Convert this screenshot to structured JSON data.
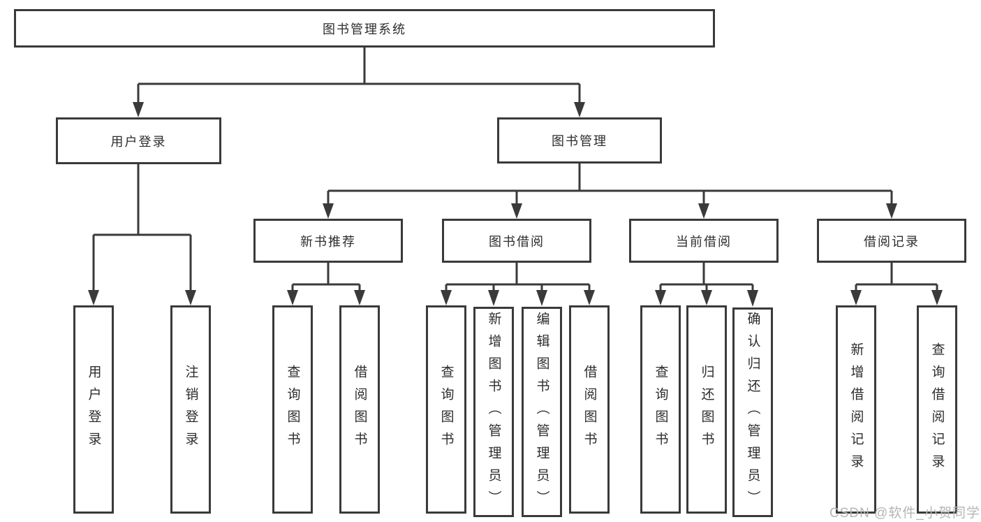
{
  "diagram": {
    "title": "图书管理系统",
    "branches": {
      "user": {
        "label": "用户登录",
        "children": [
          {
            "label": "用户登录"
          },
          {
            "label": "注销登录"
          }
        ]
      },
      "book": {
        "label": "图书管理",
        "sections": [
          {
            "label": "新书推荐",
            "children": [
              {
                "label": "查询图书"
              },
              {
                "label": "借阅图书"
              }
            ]
          },
          {
            "label": "图书借阅",
            "children": [
              {
                "label": "查询图书"
              },
              {
                "label": "新增图书（管理员）"
              },
              {
                "label": "编辑图书（管理员）"
              },
              {
                "label": "借阅图书"
              }
            ]
          },
          {
            "label": "当前借阅",
            "children": [
              {
                "label": "查询图书"
              },
              {
                "label": "归还图书"
              },
              {
                "label": "确认归还（管理员）"
              }
            ]
          },
          {
            "label": "借阅记录",
            "children": [
              {
                "label": "新增借阅记录"
              },
              {
                "label": "查询借阅记录"
              }
            ]
          }
        ]
      }
    }
  },
  "watermark": "CSDN @软件_小贺同学",
  "colors": {
    "line": "#3a3a3a",
    "box_border": "#3a3a3a",
    "text": "#2d2d2d",
    "watermark": "#b5b5b5",
    "background": "#ffffff"
  }
}
